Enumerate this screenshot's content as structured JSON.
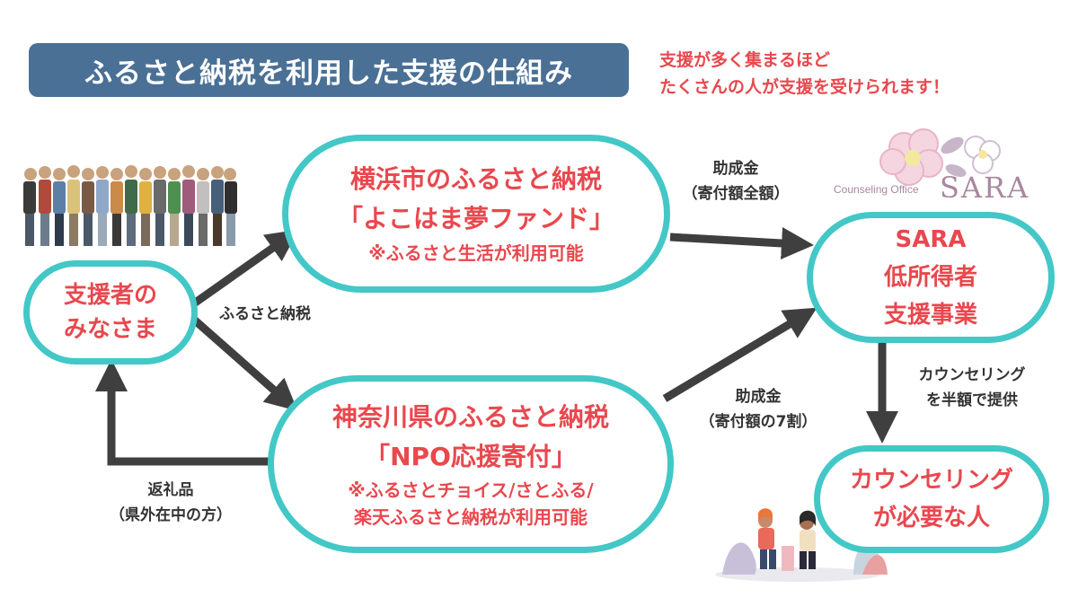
{
  "title": "ふるさと納税を利用した支援の仕組み",
  "note": {
    "line1": "支援が多く集まるほど",
    "line2": "たくさんの人が支援を受けられます！"
  },
  "supporters": {
    "line1": "支援者の",
    "line2": "みなさま"
  },
  "yokohama": {
    "line1": "横浜市のふるさと納税",
    "line2": "「よこはま夢ファンド」",
    "line3": "※ふるさと生活が利用可能"
  },
  "kanagawa": {
    "line1": "神奈川県のふるさと納税",
    "line2": "「NPO応援寄付」",
    "line3": "※ふるさとチョイス/さとふる/",
    "line4": "楽天ふるさと納税が利用可能"
  },
  "sara": {
    "line1": "SARA",
    "line2": "低所得者",
    "line3": "支援事業"
  },
  "needs": {
    "line1": "カウンセリング",
    "line2": "が必要な人"
  },
  "labels": {
    "furusato": "ふるさと納税",
    "grant_top": {
      "line1": "助成金",
      "line2": "（寄付額全額）"
    },
    "grant_bottom": {
      "line1": "助成金",
      "line2": "（寄付額の7割）"
    },
    "counseling": {
      "line1": "カウンセリング",
      "line2": "を半額で提供"
    },
    "return_gift": {
      "line1": "返礼品",
      "line2": "（県外在中の方）"
    }
  },
  "logo": {
    "small": "Counseling Office",
    "big": "SARA"
  },
  "colors": {
    "accent_red": "#e8484e",
    "box_border": "#43c7c7",
    "title_bg": "#4a7096",
    "arrow": "#3f3f3f"
  },
  "icons": [
    "crowd-illustration",
    "camellia-flower-logo",
    "counseling-people-illustration"
  ]
}
